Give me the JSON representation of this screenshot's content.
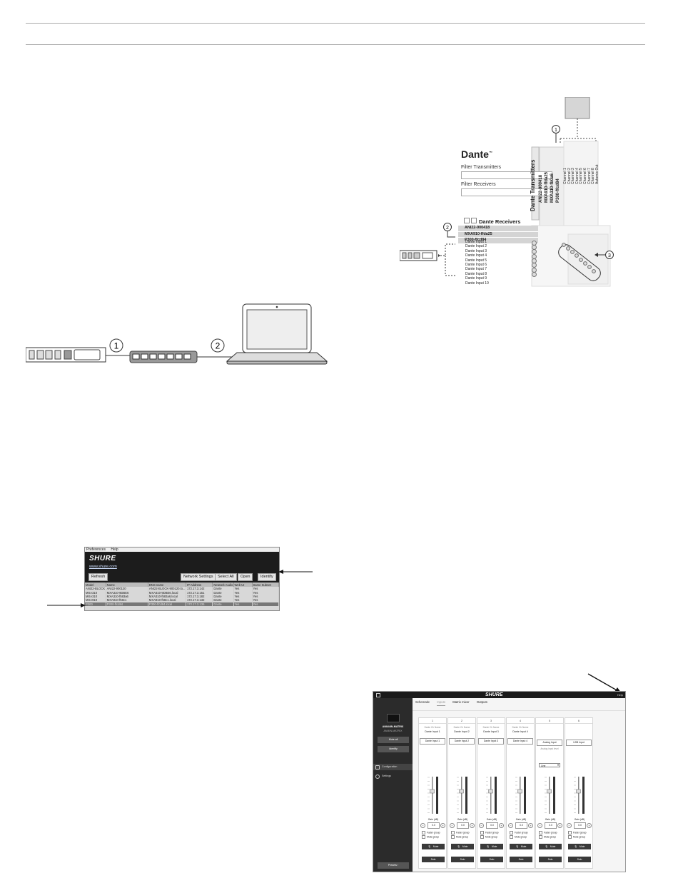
{
  "dante": {
    "logo": "Dante",
    "logo_tm": "™",
    "filter_transmitters": "Filter Transmitters",
    "filter_receivers": "Filter Receivers",
    "transmitters_title": "Dante Transmitters",
    "receivers_title": "Dante Receivers",
    "transmitter_devices": [
      "ANI22-900418",
      "MXA910-ffda25",
      "MXA310-fb0a6",
      "P300-ffcd84"
    ],
    "channels": [
      "Channel 1",
      "Channel 2",
      "Channel 3",
      "Channel 4",
      "Channel 5",
      "Channel 6",
      "Channel 7",
      "Channel 8",
      "Automix Out"
    ],
    "receiver_devices": [
      "ANI22-900418",
      "MXA910-ffda25",
      "P300-ffcd84"
    ],
    "inputs": [
      "Dante Input 1",
      "Dante Input 2",
      "Dante Input 3",
      "Dante Input 4",
      "Dante Input 5",
      "Dante Input 6",
      "Dante Input 7",
      "Dante Input 8",
      "Dante Input 9",
      "Dante Input 10"
    ],
    "callouts": [
      "1",
      "2",
      "3"
    ]
  },
  "network": {
    "callouts": [
      "1",
      "2"
    ]
  },
  "sdd": {
    "menu": [
      "Preferences",
      "Help"
    ],
    "logo": "SHURE",
    "url": "www.shure.com",
    "buttons": {
      "refresh": "Refresh",
      "network": "Network Settings",
      "select_all": "Select All",
      "open": "Open",
      "identify": "Identify"
    },
    "columns": [
      "Model",
      "Name",
      "DNS name",
      "IP Address",
      "Network Audio",
      "Web UI",
      "Same Subnet"
    ],
    "rows": [
      [
        "ANI22-BLOCK",
        "ANI22-900120",
        "ANI22-BLOCK-900120.lo...",
        "172.17.3.142",
        "Dante",
        "Yes",
        "Yes"
      ],
      [
        "MXA310",
        "MXA310-9DBE6",
        "MXA310-9DBE6.local",
        "172.17.3.151",
        "Dante",
        "Yes",
        "Yes"
      ],
      [
        "MXA310",
        "MXA310-f583a6",
        "MXA310-f583a6.local",
        "172.17.3.182",
        "Dante",
        "Yes",
        "Yes"
      ],
      [
        "MXA910",
        "MXA910-f58c1",
        "MXA910-f58c1.local",
        "172.17.3.132",
        "Dante",
        "Yes",
        "Yes"
      ],
      [
        "P300",
        "P300-ffcd84",
        "P300-ffcd84.local",
        "172.17.3.136",
        "Dante",
        "Yes",
        "Yes"
      ]
    ],
    "selected_row": 4
  },
  "app": {
    "brand": "SHURE",
    "help": "Help",
    "device_model": "ANI4/4IN-MATRIX",
    "device_name": "ANI4IN-MATRIX",
    "mute_all": "Mute all",
    "identify": "Identify",
    "nav": [
      "Configuration",
      "Settings"
    ],
    "presets": "Presets",
    "tabs": [
      "Schematic",
      "Inputs",
      "Matrix mixer",
      "Outputs"
    ],
    "active_tab": 1,
    "channel_name_label": "Dante Ch Name",
    "gain_label": "Gain (dB)",
    "gain_value": "0.0",
    "fader_group": "Fader group",
    "mute_group": "Mute group",
    "mute": "Mute",
    "solo": "Solo",
    "analog_level_label": "Analog input level",
    "analog_level_value": "Line",
    "channels": [
      {
        "num": "1",
        "name": "Dante Input 1",
        "source": "Dante Input 1"
      },
      {
        "num": "2",
        "name": "Dante Input 2",
        "source": "Dante Input 2"
      },
      {
        "num": "3",
        "name": "Dante Input 3",
        "source": "Dante Input 3"
      },
      {
        "num": "4",
        "name": "Dante Input 4",
        "source": "Dante Input 4"
      },
      {
        "num": "5",
        "name": "",
        "source": "Analog Input"
      },
      {
        "num": "6",
        "name": "",
        "source": "USB Input"
      }
    ]
  }
}
